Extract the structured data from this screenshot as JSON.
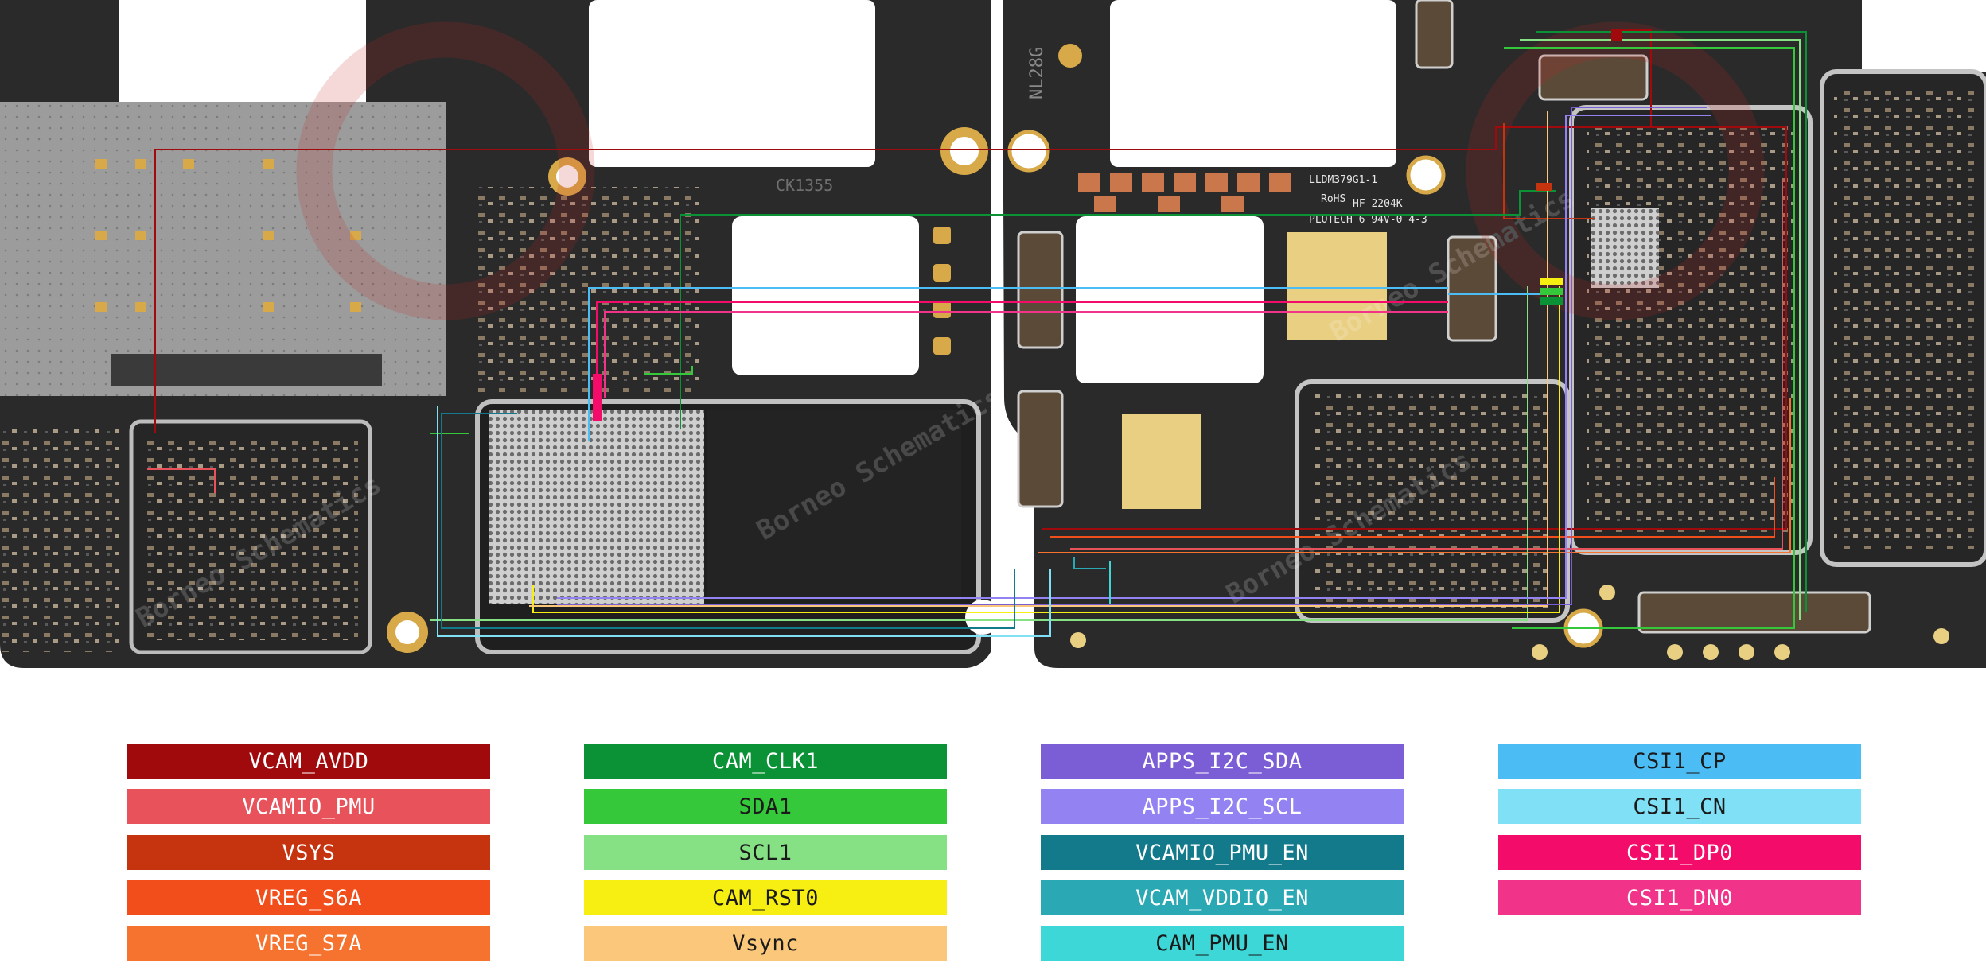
{
  "board": {
    "silkscreen": {
      "left_code": "CK1355",
      "right_code": "NL28G",
      "part_number": "LLDM379G1-1",
      "rohs": "RoHS",
      "hf": "HF 2204K",
      "pcb_maker": "PLOTECH 6 94V-0 4-3"
    },
    "watermarks": [
      "Borneo Schematics",
      "Borneo Schematics",
      "Borneo Schematics",
      "Borneo Schematics"
    ]
  },
  "legend": {
    "columns": [
      [
        {
          "label": "VCAM_AVDD",
          "color": "#a00a0d",
          "text_color": "#ffffff"
        },
        {
          "label": "VCAMIO_PMU",
          "color": "#e8525a",
          "text_color": "#ffffff"
        },
        {
          "label": "VSYS",
          "color": "#c6330f",
          "text_color": "#ffffff"
        },
        {
          "label": "VREG_S6A",
          "color": "#f14e1c",
          "text_color": "#ffffff"
        },
        {
          "label": "VREG_S7A",
          "color": "#f5732f",
          "text_color": "#ffffff"
        }
      ],
      [
        {
          "label": "CAM_CLK1",
          "color": "#0b9236",
          "text_color": "#ffffff"
        },
        {
          "label": "SDA1",
          "color": "#35c83a",
          "text_color": "#1a1a1a"
        },
        {
          "label": "SCL1",
          "color": "#86e084",
          "text_color": "#1a1a1a"
        },
        {
          "label": "CAM_RST0",
          "color": "#f8ef12",
          "text_color": "#1a1a1a"
        },
        {
          "label": "Vsync",
          "color": "#fbc77a",
          "text_color": "#1a1a1a"
        }
      ],
      [
        {
          "label": "APPS_I2C_SDA",
          "color": "#7b5ed6",
          "text_color": "#ffffff"
        },
        {
          "label": "APPS_I2C_SCL",
          "color": "#9282f2",
          "text_color": "#ffffff"
        },
        {
          "label": "VCAMIO_PMU_EN",
          "color": "#137a8c",
          "text_color": "#ffffff"
        },
        {
          "label": "VCAM_VDDIO_EN",
          "color": "#2aa8b4",
          "text_color": "#ffffff"
        },
        {
          "label": "CAM_PMU_EN",
          "color": "#3ed7d8",
          "text_color": "#1a1a1a"
        }
      ],
      [
        {
          "label": "CSI1_CP",
          "color": "#4cbcf4",
          "text_color": "#1a1a1a"
        },
        {
          "label": "CSI1_CN",
          "color": "#7fe0f6",
          "text_color": "#1a1a1a"
        },
        {
          "label": "CSI1_DP0",
          "color": "#f40c6a",
          "text_color": "#ffffff"
        },
        {
          "label": "CSI1_DN0",
          "color": "#f2338a",
          "text_color": "#ffffff"
        }
      ]
    ]
  }
}
